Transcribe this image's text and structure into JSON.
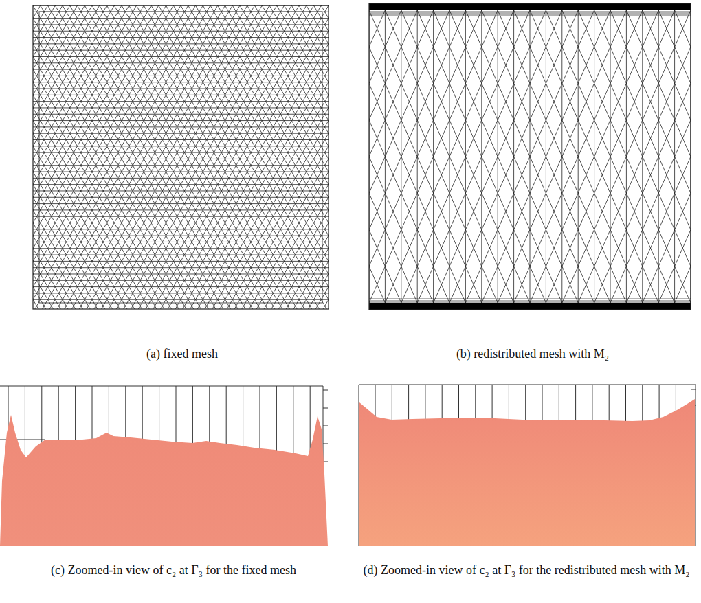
{
  "diagram": {
    "labels": [
      "(a) fixed mesh",
      "(b) redistributed mesh with M₂",
      "(c) Zoomed-in view of c₂ at Γ₃ for the fixed mesh",
      "(d) Zoomed-in view of c₂ at Γ₃ for the redistributed mesh with M₂"
    ]
  }
}
